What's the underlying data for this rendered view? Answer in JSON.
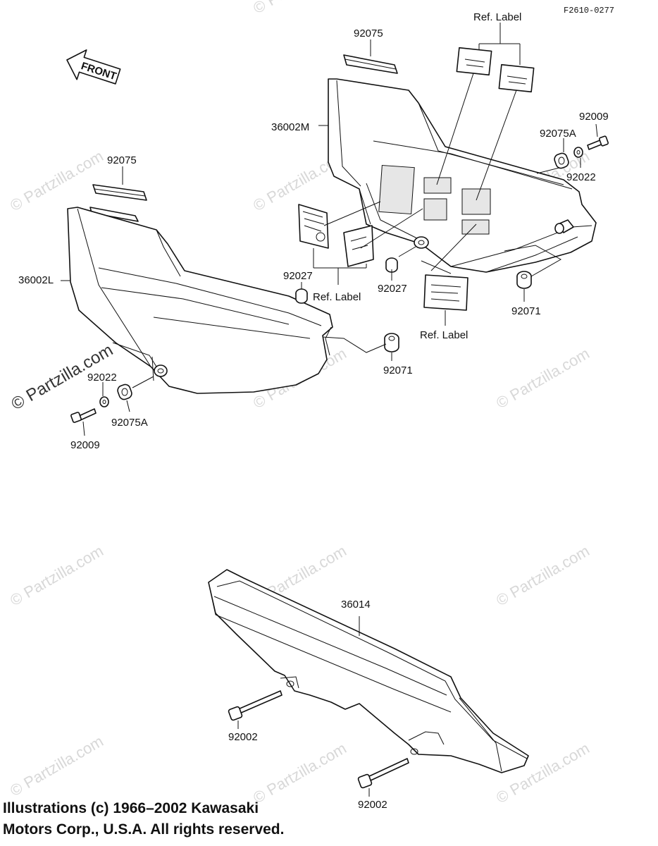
{
  "figure_code": "F2610-0277",
  "front_arrow_text": "FRONT",
  "watermark": "© Partzilla.com",
  "labels": {
    "p92075_top": "92075",
    "p92075_left": "92075",
    "ref_label_top": "Ref. Label",
    "p36002M": "36002M",
    "p92009_right": "92009",
    "p92075A_right": "92075A",
    "p92022_right": "92022",
    "p36002L": "36002L",
    "p92027_left": "92027",
    "ref_label_left": "Ref. Label",
    "p92027_right": "92027",
    "p92071_right": "92071",
    "ref_label_right": "Ref. Label",
    "p92071_mid": "92071",
    "p92022_left": "92022",
    "p92075A_left": "92075A",
    "p92009_left": "92009",
    "p36014": "36014",
    "p92002_left": "92002",
    "p92002_bottom": "92002"
  },
  "copyright": {
    "line1": "Illustrations (c) 1966–2002 Kawasaki",
    "line2": "Motors Corp., U.S.A.  All rights reserved."
  }
}
